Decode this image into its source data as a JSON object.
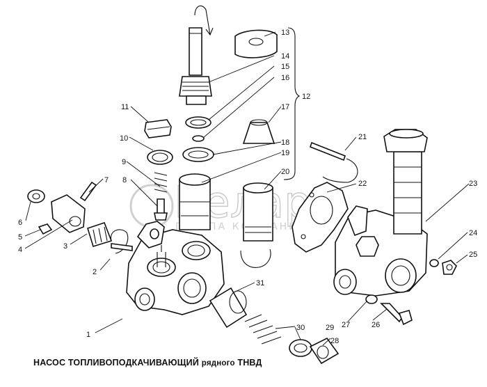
{
  "caption": {
    "bold": "НАСОС ТОПЛИВОПОДКАЧИВАЮЩИЙ",
    "normal": "рядного",
    "tail": "ТНВД"
  },
  "watermark": {
    "main": "Белаpo",
    "sub": "ГРУППА КОМПАНИЙ"
  },
  "callouts": [
    "1",
    "2",
    "3",
    "4",
    "5",
    "6",
    "7",
    "8",
    "9",
    "10",
    "11",
    "12",
    "13",
    "14",
    "15",
    "16",
    "17",
    "18",
    "19",
    "20",
    "21",
    "22",
    "23",
    "24",
    "25",
    "26",
    "27",
    "28",
    "29",
    "30",
    "31"
  ]
}
